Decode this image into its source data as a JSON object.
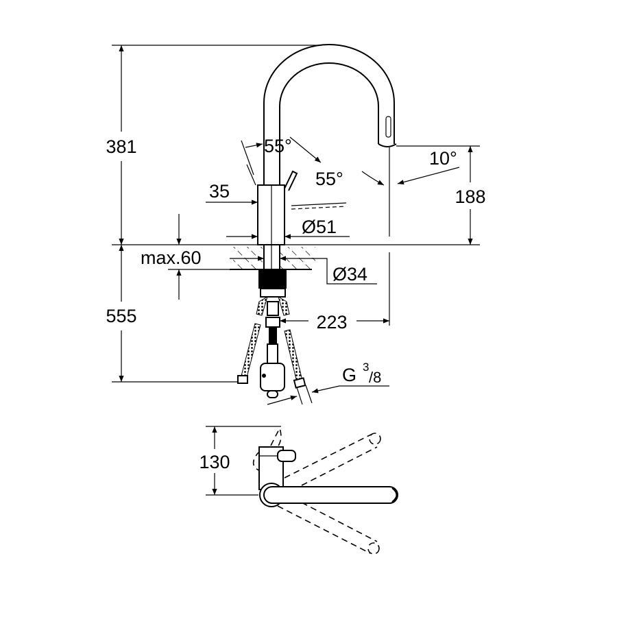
{
  "drawing": {
    "dimensions": {
      "height_above_deck": "381",
      "height_below_deck": "555",
      "lever_offset": "35",
      "lever_angle_left": "55°",
      "lever_angle_right": "55°",
      "spout_tilt": "10°",
      "spout_outlet_height": "188",
      "body_diameter": "Ø51",
      "max_deck_thickness": "max.60",
      "hole_diameter": "Ø34",
      "spout_reach": "223",
      "connection_thread": "G",
      "connection_thread_num": "3",
      "connection_thread_den": "/8",
      "top_view_depth": "130"
    }
  }
}
